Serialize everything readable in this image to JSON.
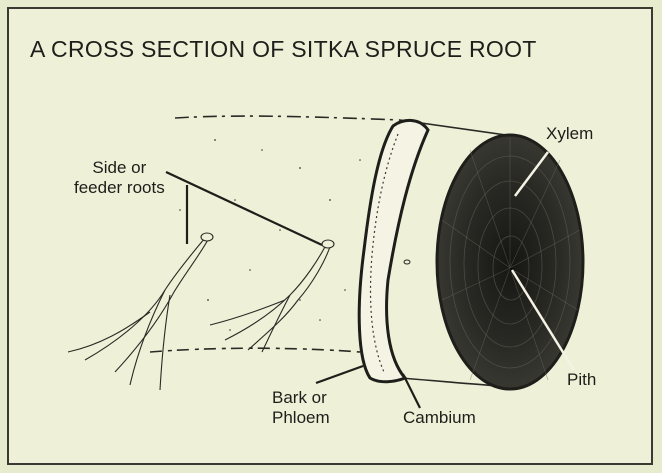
{
  "title": "A CROSS SECTION OF SITKA SPRUCE ROOT",
  "labels": {
    "side_roots": [
      "Side or",
      "feeder roots"
    ],
    "xylem": "Xylem",
    "pith": "Pith",
    "bark": [
      "Bark or",
      "Phloem"
    ],
    "cambium": "Cambium"
  },
  "colors": {
    "background": "#eef1d8",
    "ink": "#1e1e1a",
    "wood": "#2b2b26"
  }
}
